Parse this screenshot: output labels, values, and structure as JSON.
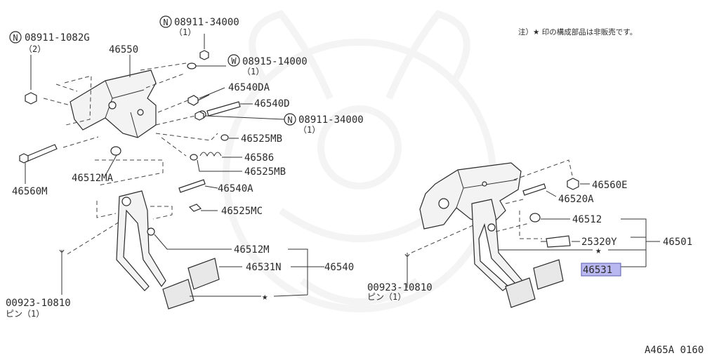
{
  "note": "注）★ 印の構成部品は非販売です。",
  "figure_code": "A465A 0160",
  "star": "★",
  "circle_n": "N",
  "circle_w": "W",
  "left": {
    "callouts": {
      "p08911_1082g": "08911-1082G",
      "p08911_1082g_qty": "（2）",
      "p46550": "46550",
      "p08911_34000_top": "08911-34000",
      "p08911_34000_top_qty": "（1）",
      "p08915_14000": "08915-14000",
      "p08915_14000_qty": "（1）",
      "p46540da": "46540DA",
      "p46540d": "46540D",
      "p08911_34000_mid": "08911-34000",
      "p08911_34000_mid_qty": "（1）",
      "p46525mb_a": "46525MB",
      "p46586": "46586",
      "p46525mb_b": "46525MB",
      "p46512ma": "46512MA",
      "p46560m": "46560M",
      "p46540a": "46540A",
      "p46525mc": "46525MC",
      "p46512m": "46512M",
      "p46531n": "46531N",
      "p46540": "46540",
      "p00923_10810": "00923-10810",
      "pin_qty": "ピン（1）"
    }
  },
  "right": {
    "callouts": {
      "p46560e": "46560E",
      "p46520a": "46520A",
      "p46512": "46512",
      "p25320y": "25320Y",
      "p46501": "46501",
      "p46531": "46531",
      "p00923_10810": "00923-10810",
      "pin_qty": "ピン（1）"
    },
    "highlight_color": "#b9b8f0"
  }
}
